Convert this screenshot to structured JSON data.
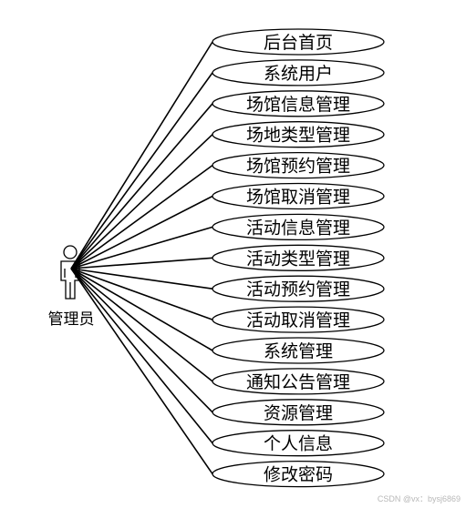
{
  "actor": {
    "label": "管理员",
    "icon": "person-icon"
  },
  "use_cases": [
    "后台首页",
    "系统用户",
    "场馆信息管理",
    "场地类型管理",
    "场馆预约管理",
    "场馆取消管理",
    "活动信息管理",
    "活动类型管理",
    "活动预约管理",
    "活动取消管理",
    "系统管理",
    "通知公告管理",
    "资源管理",
    "个人信息",
    "修改密码"
  ],
  "watermark": "CSDN @vx：bysj6869",
  "colors": {
    "stroke": "#000000",
    "fill": "#ffffff"
  }
}
